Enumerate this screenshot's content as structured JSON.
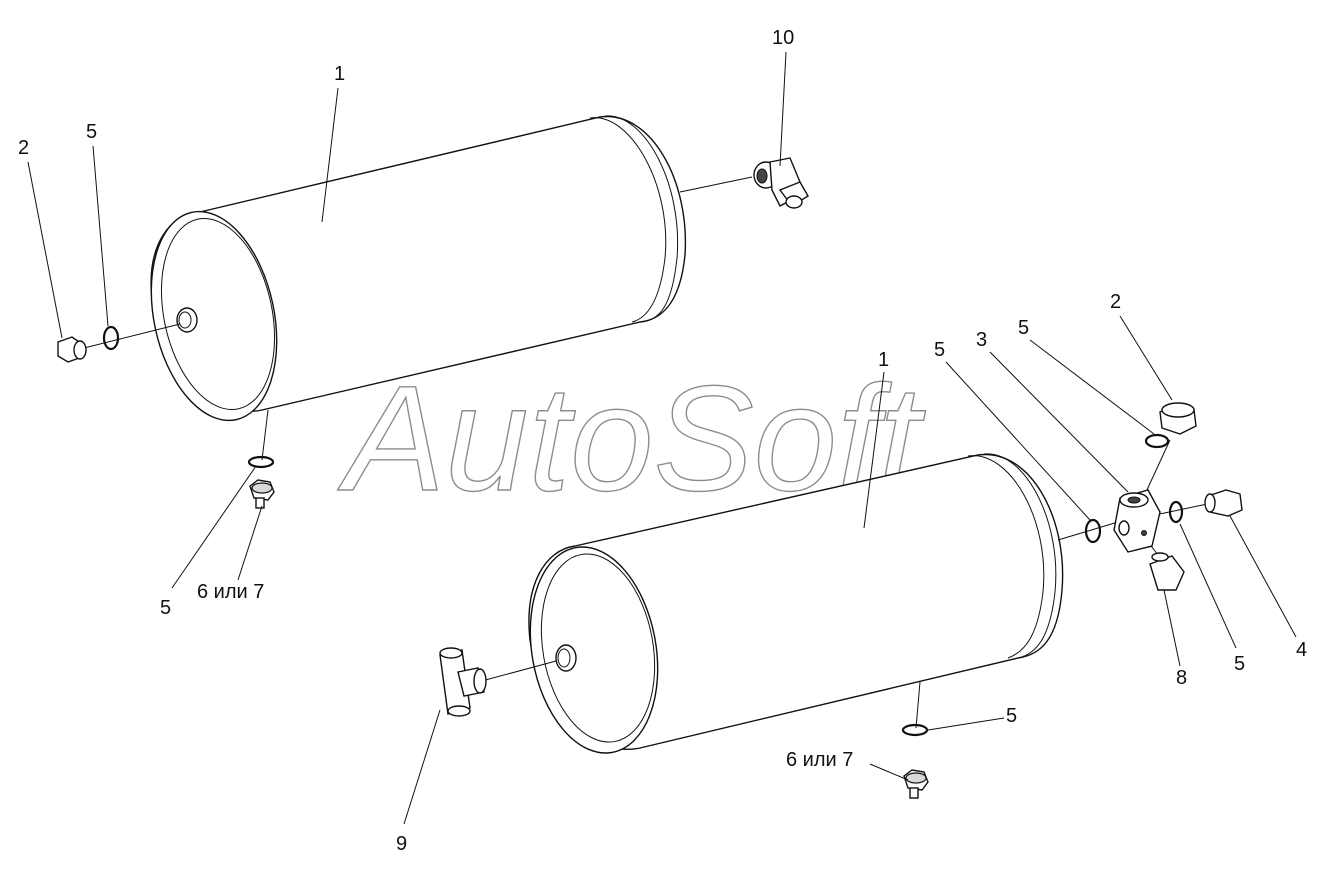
{
  "watermark": {
    "text": "AutoSoft"
  },
  "callouts": [
    {
      "id": "c10",
      "text": "10"
    },
    {
      "id": "c1a",
      "text": "1"
    },
    {
      "id": "c2a",
      "text": "2"
    },
    {
      "id": "c5a",
      "text": "5"
    },
    {
      "id": "c5b",
      "text": "5"
    },
    {
      "id": "c67a",
      "text": "6 или 7"
    },
    {
      "id": "c1b",
      "text": "1"
    },
    {
      "id": "c5c",
      "text": "5"
    },
    {
      "id": "c3",
      "text": "3"
    },
    {
      "id": "c5d",
      "text": "5"
    },
    {
      "id": "c2b",
      "text": "2"
    },
    {
      "id": "c4",
      "text": "4"
    },
    {
      "id": "c5e",
      "text": "5"
    },
    {
      "id": "c8",
      "text": "8"
    },
    {
      "id": "c5f",
      "text": "5"
    },
    {
      "id": "c67b",
      "text": "6 или 7"
    },
    {
      "id": "c9",
      "text": "9"
    }
  ],
  "colors": {
    "line": "#111111",
    "watermark": "#8c8c8c",
    "background": "#ffffff"
  }
}
